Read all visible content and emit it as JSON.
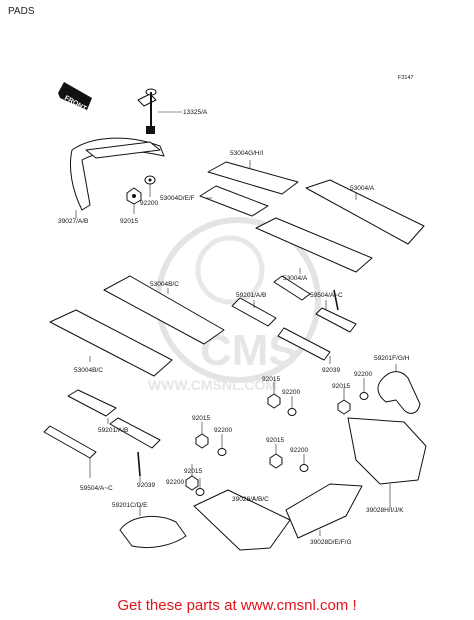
{
  "page": {
    "title": "PADS"
  },
  "diagram": {
    "figure_ref": "F3147",
    "front_label": "FRONT",
    "parts": [
      "13325/A",
      "39027/A/B",
      "92015",
      "92200",
      "53004G/H/I",
      "53004D/E/F",
      "53004/A",
      "53004B/C",
      "53004/A",
      "53004B/C",
      "59201/A/B",
      "59504/A~C",
      "92039",
      "59201F/G/H",
      "92015",
      "92200",
      "92015",
      "92200",
      "92015",
      "92200",
      "92015",
      "92200",
      "92015",
      "92200",
      "59201/A/B",
      "59504/A~C",
      "92039",
      "39028/A/B/C",
      "39028H/I/J/K",
      "59201C/D/E",
      "39028D/E/F/G"
    ]
  },
  "watermark": {
    "text": "CMS",
    "url_text": "WWW.CMSNL.COM"
  },
  "footer": {
    "link_text": "Get these parts at www.cmsnl.com !"
  }
}
